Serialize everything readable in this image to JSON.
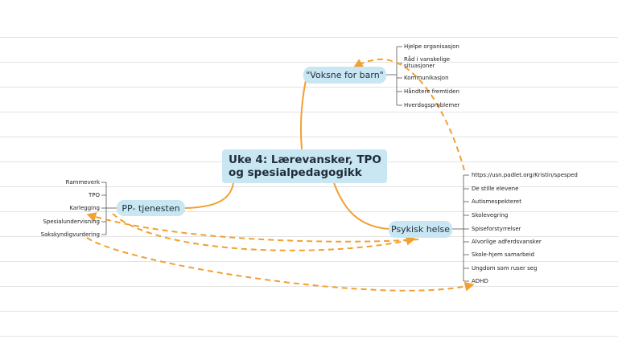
{
  "central": {
    "title": "Uke 4: Lærevansker, TPO\nog spesialpedagogikk"
  },
  "branches": {
    "voksne": {
      "label": "\"Voksne for barn\"",
      "items": [
        "Hjelpe organisasjon",
        "Råd i vanskelige situasjoner",
        "Kommunikasjon",
        "Håndtere fremtiden",
        "Hverdagsproblemer"
      ]
    },
    "pp": {
      "label": "PP- tjenesten",
      "items": [
        "Rammeverk",
        "TPO",
        "Karlegging",
        "Spesialundervisning",
        "Sakskyndigvurdering"
      ]
    },
    "psykisk": {
      "label": "Psykisk helse",
      "items": [
        "https://usn.padlet.org/Kristin/spesped",
        "De stille elevene",
        "Autismespekteret",
        "Skolevegring",
        "Spiseforstyrrelser",
        "Alvorlige adferdsvansker",
        "Skole-hjem samarbeid",
        "Ungdom som ruser seg",
        "ADHD"
      ]
    }
  },
  "colors": {
    "node": "#c9e6f3",
    "connector": "#f2a030",
    "leaf_line": "#555555",
    "ruling": "#e3e3e3"
  }
}
